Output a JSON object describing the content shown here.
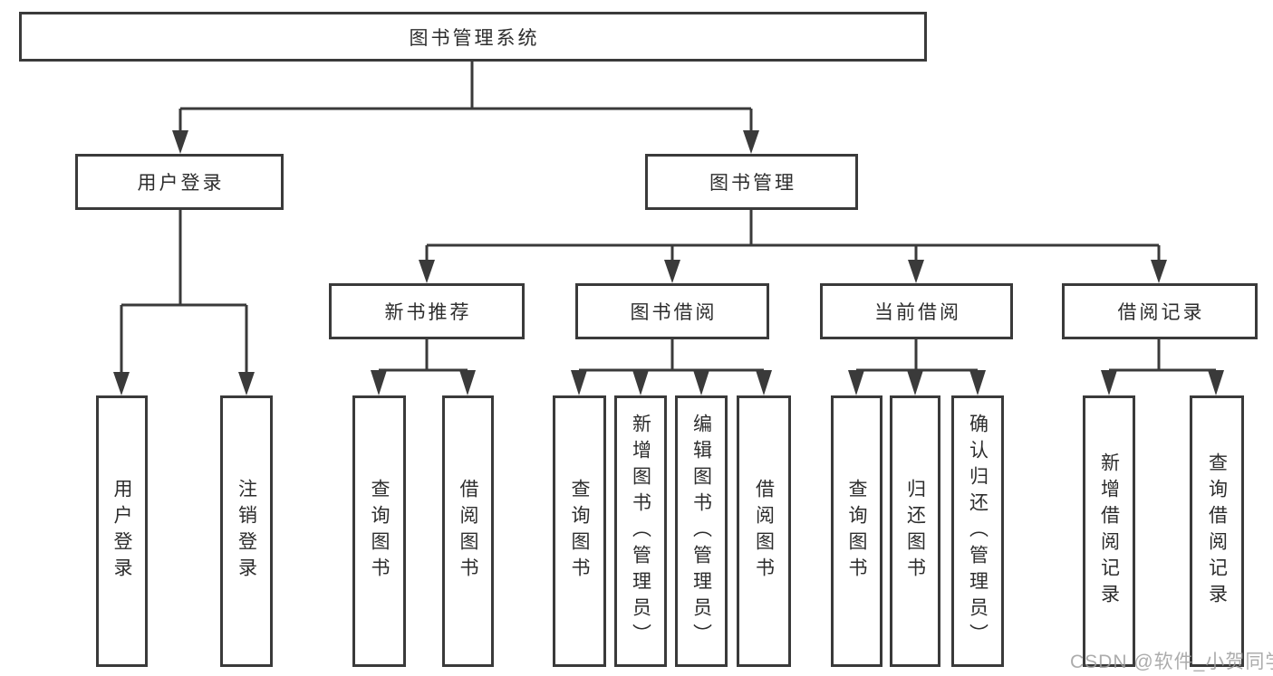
{
  "tree": {
    "label": "图书管理系统",
    "children": [
      {
        "label": "用户登录",
        "children": [
          {
            "label": "用户登录"
          },
          {
            "label": "注销登录"
          }
        ]
      },
      {
        "label": "图书管理",
        "children": [
          {
            "label": "新书推荐",
            "children": [
              {
                "label": "查询图书"
              },
              {
                "label": "借阅图书"
              }
            ]
          },
          {
            "label": "图书借阅",
            "children": [
              {
                "label": "查询图书"
              },
              {
                "label": "新增图书（管理员）"
              },
              {
                "label": "编辑图书（管理员）"
              },
              {
                "label": "借阅图书"
              }
            ]
          },
          {
            "label": "当前借阅",
            "children": [
              {
                "label": "查询图书"
              },
              {
                "label": "归还图书"
              },
              {
                "label": "确认归还（管理员）"
              }
            ]
          },
          {
            "label": "借阅记录",
            "children": [
              {
                "label": "新增借阅记录"
              },
              {
                "label": "查询借阅记录"
              }
            ]
          }
        ]
      }
    ]
  },
  "watermark": "CSDN @软件_小贺同学",
  "colors": {
    "line": "#3a3a3a",
    "text": "#2d2d2d",
    "background": "#ffffff",
    "watermark": "#9e9e9e"
  }
}
